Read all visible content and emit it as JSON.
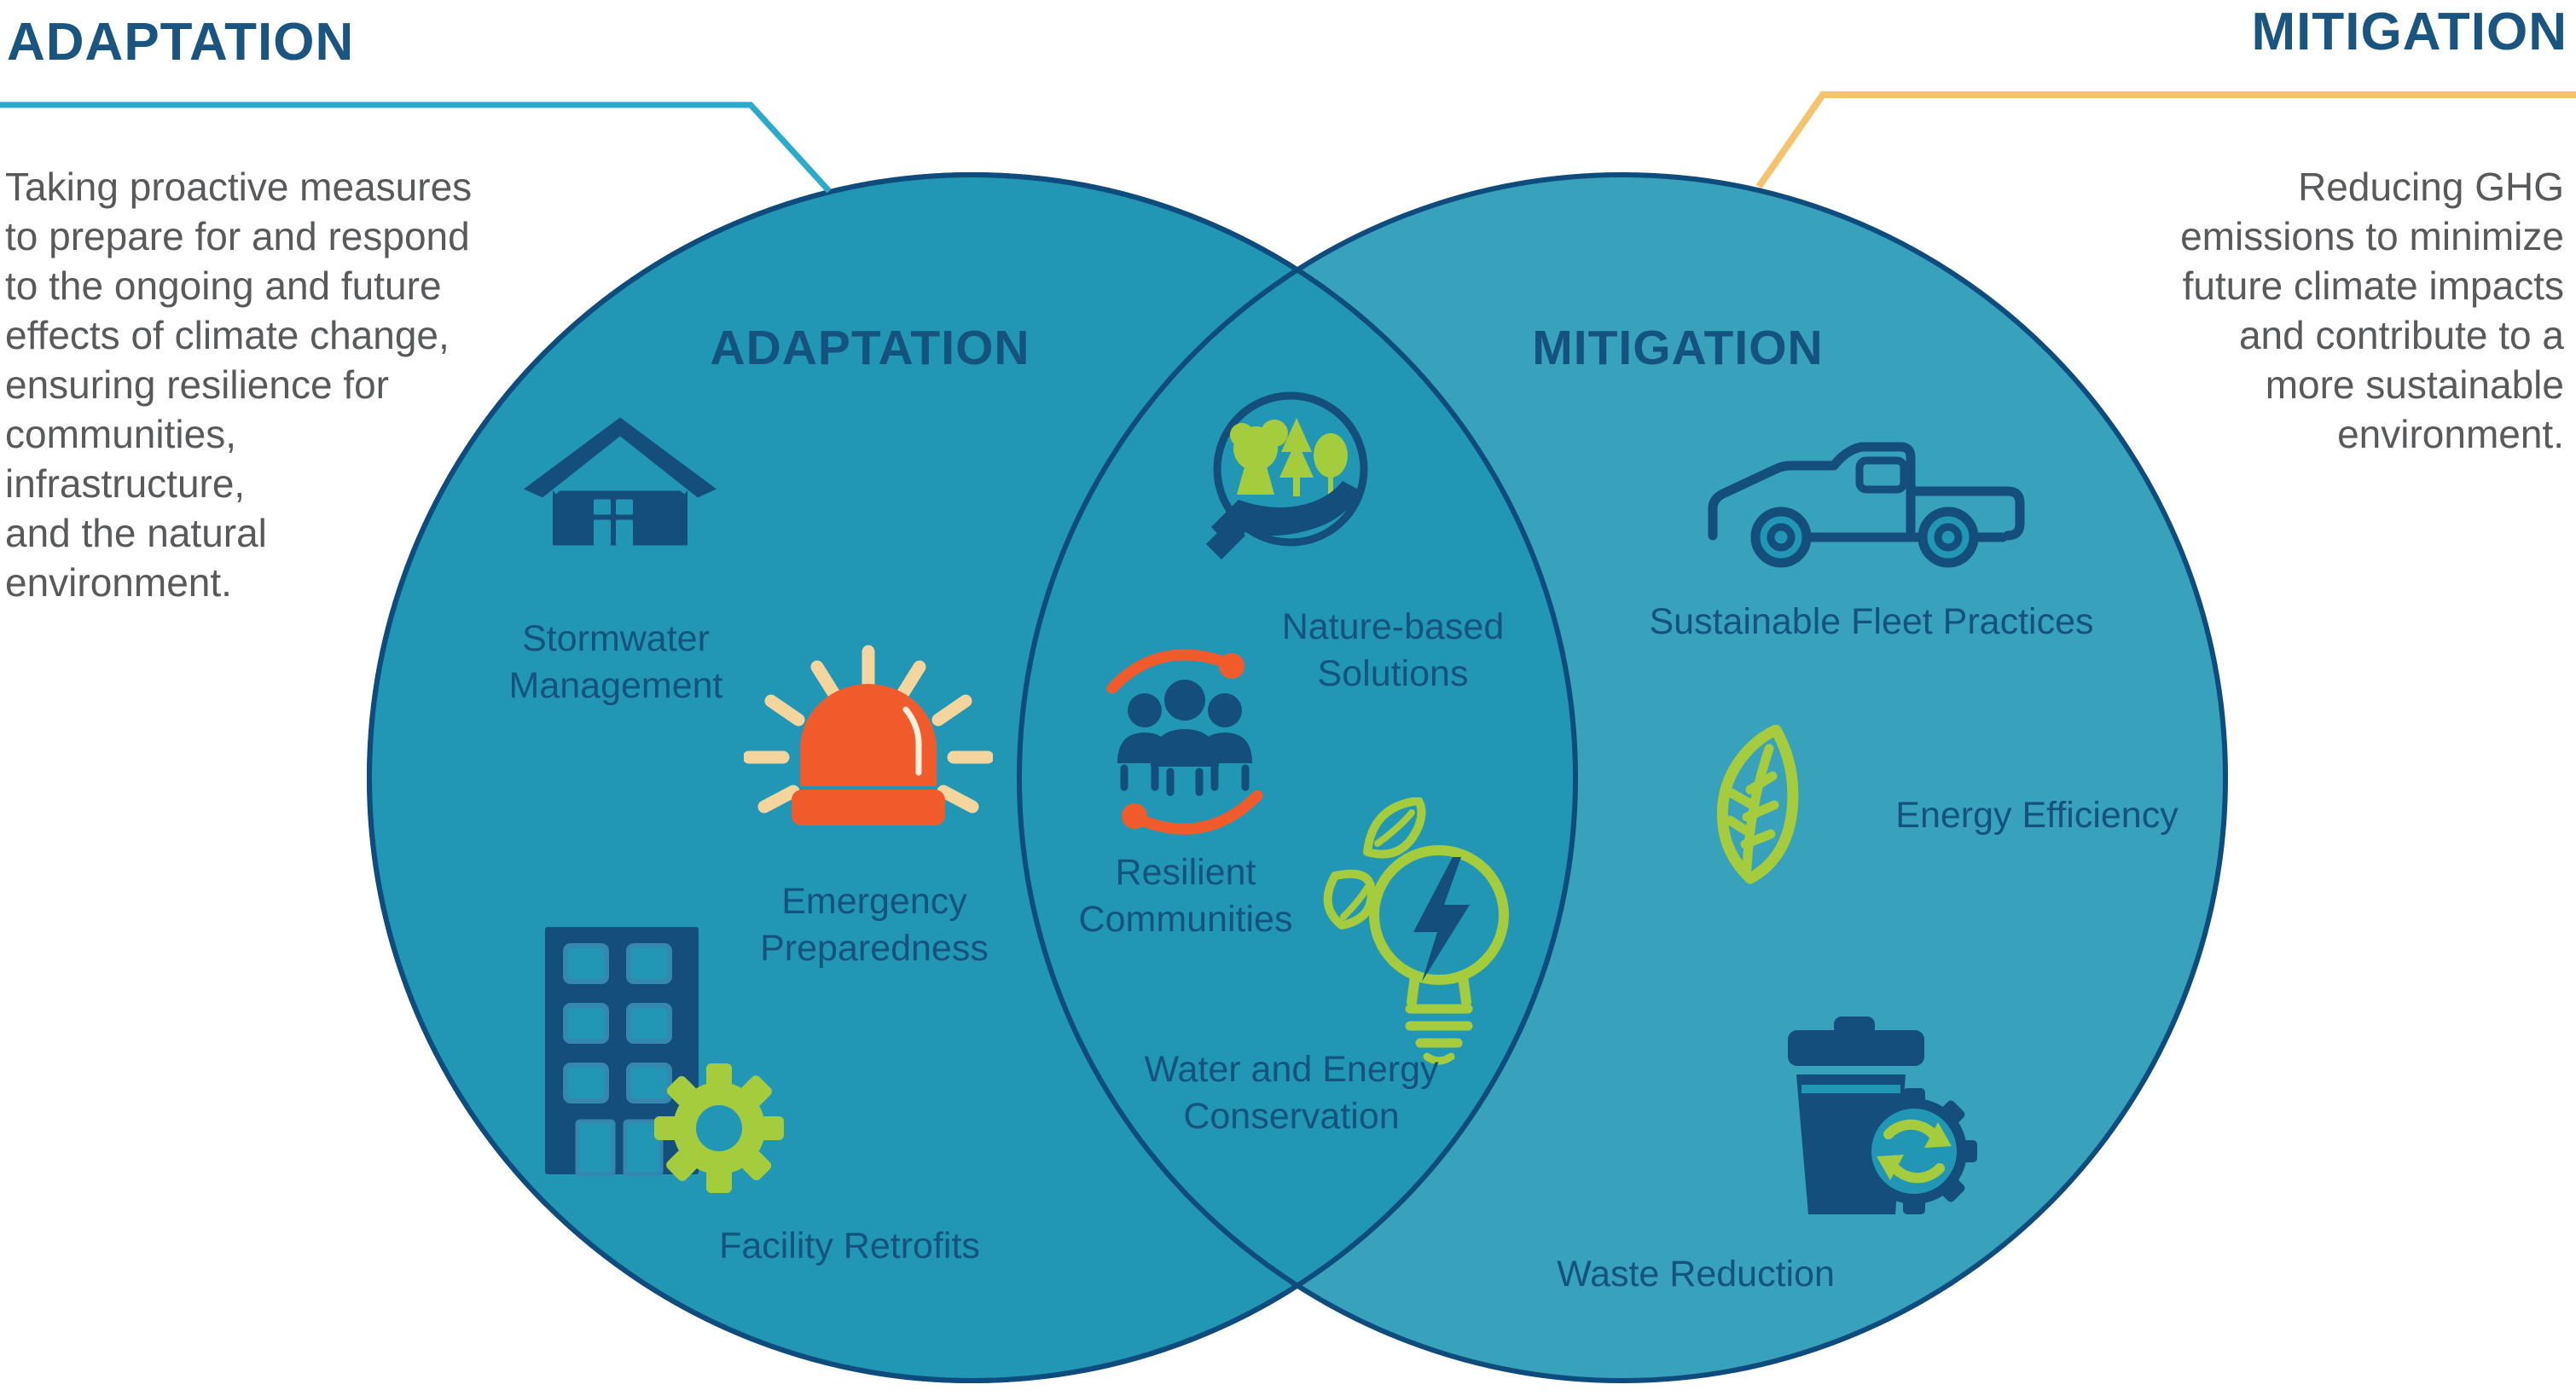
{
  "colors": {
    "heading_blue": "#1A5480",
    "label_blue": "#14537F",
    "icon_navy": "#134E7C",
    "circle_fill": "#2297B5",
    "circle_stroke": "#0E4C7D",
    "paragraph_gray": "#58595B",
    "orange": "#F15B2B",
    "cream": "#F3D59D",
    "green": "#A5CC3C",
    "teal_leader_line": "#2BAAC9",
    "orange_leader_line": "#F5C26E"
  },
  "adaptation": {
    "heading": "ADAPTATION",
    "description_lines": [
      "Taking proactive measures",
      "to prepare for and respond",
      "to the ongoing and future",
      "effects of climate change,",
      "ensuring resilience for",
      "communities,",
      "infrastructure,",
      "and the natural",
      "environment."
    ],
    "circle_label": "ADAPTATION",
    "items": [
      {
        "label": "Stormwater Management",
        "icon": "house-icon"
      },
      {
        "label": "Emergency Preparedness",
        "icon": "siren-icon"
      },
      {
        "label": "Facility Retrofits",
        "icon": "building-gear-icon"
      }
    ]
  },
  "overlap": {
    "items": [
      {
        "label": "Nature-based Solutions",
        "icon": "hand-trees-icon"
      },
      {
        "label": "Resilient Communities",
        "icon": "people-cycle-icon"
      },
      {
        "label": "Water and Energy Conservation",
        "icon": "eco-bulb-icon"
      }
    ]
  },
  "mitigation": {
    "heading": "MITIGATION",
    "description_lines": [
      "Reducing GHG",
      "emissions to minimize",
      "future climate impacts",
      "and contribute to a",
      "more sustainable",
      "environment."
    ],
    "circle_label": "MITIGATION",
    "items": [
      {
        "label": "Sustainable Fleet Practices",
        "icon": "truck-icon"
      },
      {
        "label": "Energy Efficiency",
        "icon": "leaf-icon"
      },
      {
        "label": "Waste Reduction",
        "icon": "trash-recycle-icon"
      }
    ]
  }
}
